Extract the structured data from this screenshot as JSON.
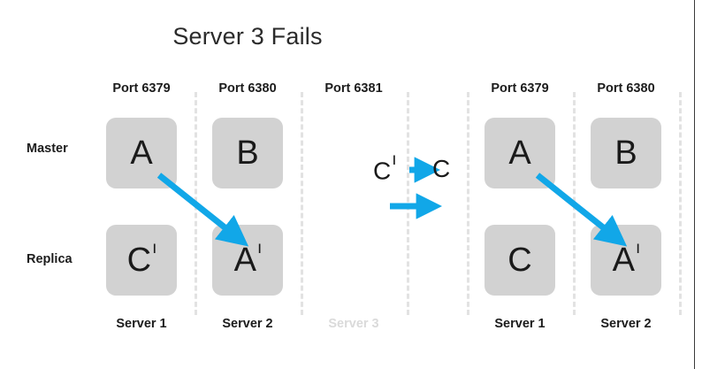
{
  "slide": {
    "title": "Server 3 Fails",
    "background_color": "#ffffff",
    "accent_color": "#11a7e8",
    "node_color": "#d2d2d2",
    "dim_color": "#dadada"
  },
  "row_labels": [
    {
      "name": "master",
      "label": "Master"
    },
    {
      "name": "replica",
      "label": "Replica"
    }
  ],
  "left_panel": {
    "ports": [
      {
        "label": "Port 6379"
      },
      {
        "label": "Port 6380"
      },
      {
        "label": "Port 6381"
      }
    ],
    "servers": [
      {
        "label": "Server 1",
        "dimmed": false
      },
      {
        "label": "Server 2",
        "dimmed": false
      },
      {
        "label": "Server 3",
        "dimmed": true
      }
    ],
    "nodes": [
      {
        "id": "left-master-1",
        "base": "A",
        "prime": ""
      },
      {
        "id": "left-master-2",
        "base": "B",
        "prime": ""
      },
      {
        "id": "left-replica-1",
        "base": "C",
        "prime": "ı"
      },
      {
        "id": "left-replica-2",
        "base": "A",
        "prime": "ı"
      }
    ]
  },
  "right_panel": {
    "ports": [
      {
        "label": "Port 6379"
      },
      {
        "label": "Port 6380"
      }
    ],
    "servers": [
      {
        "label": "Server 1",
        "dimmed": false
      },
      {
        "label": "Server 2",
        "dimmed": false
      }
    ],
    "nodes": [
      {
        "id": "right-master-1",
        "base": "A",
        "prime": ""
      },
      {
        "id": "right-master-2",
        "base": "B",
        "prime": ""
      },
      {
        "id": "right-replica-1",
        "base": "C",
        "prime": ""
      },
      {
        "id": "right-replica-2",
        "base": "A",
        "prime": "ı"
      }
    ]
  },
  "legend": {
    "from_base": "C",
    "from_prime": "ı",
    "to_base": "C"
  }
}
